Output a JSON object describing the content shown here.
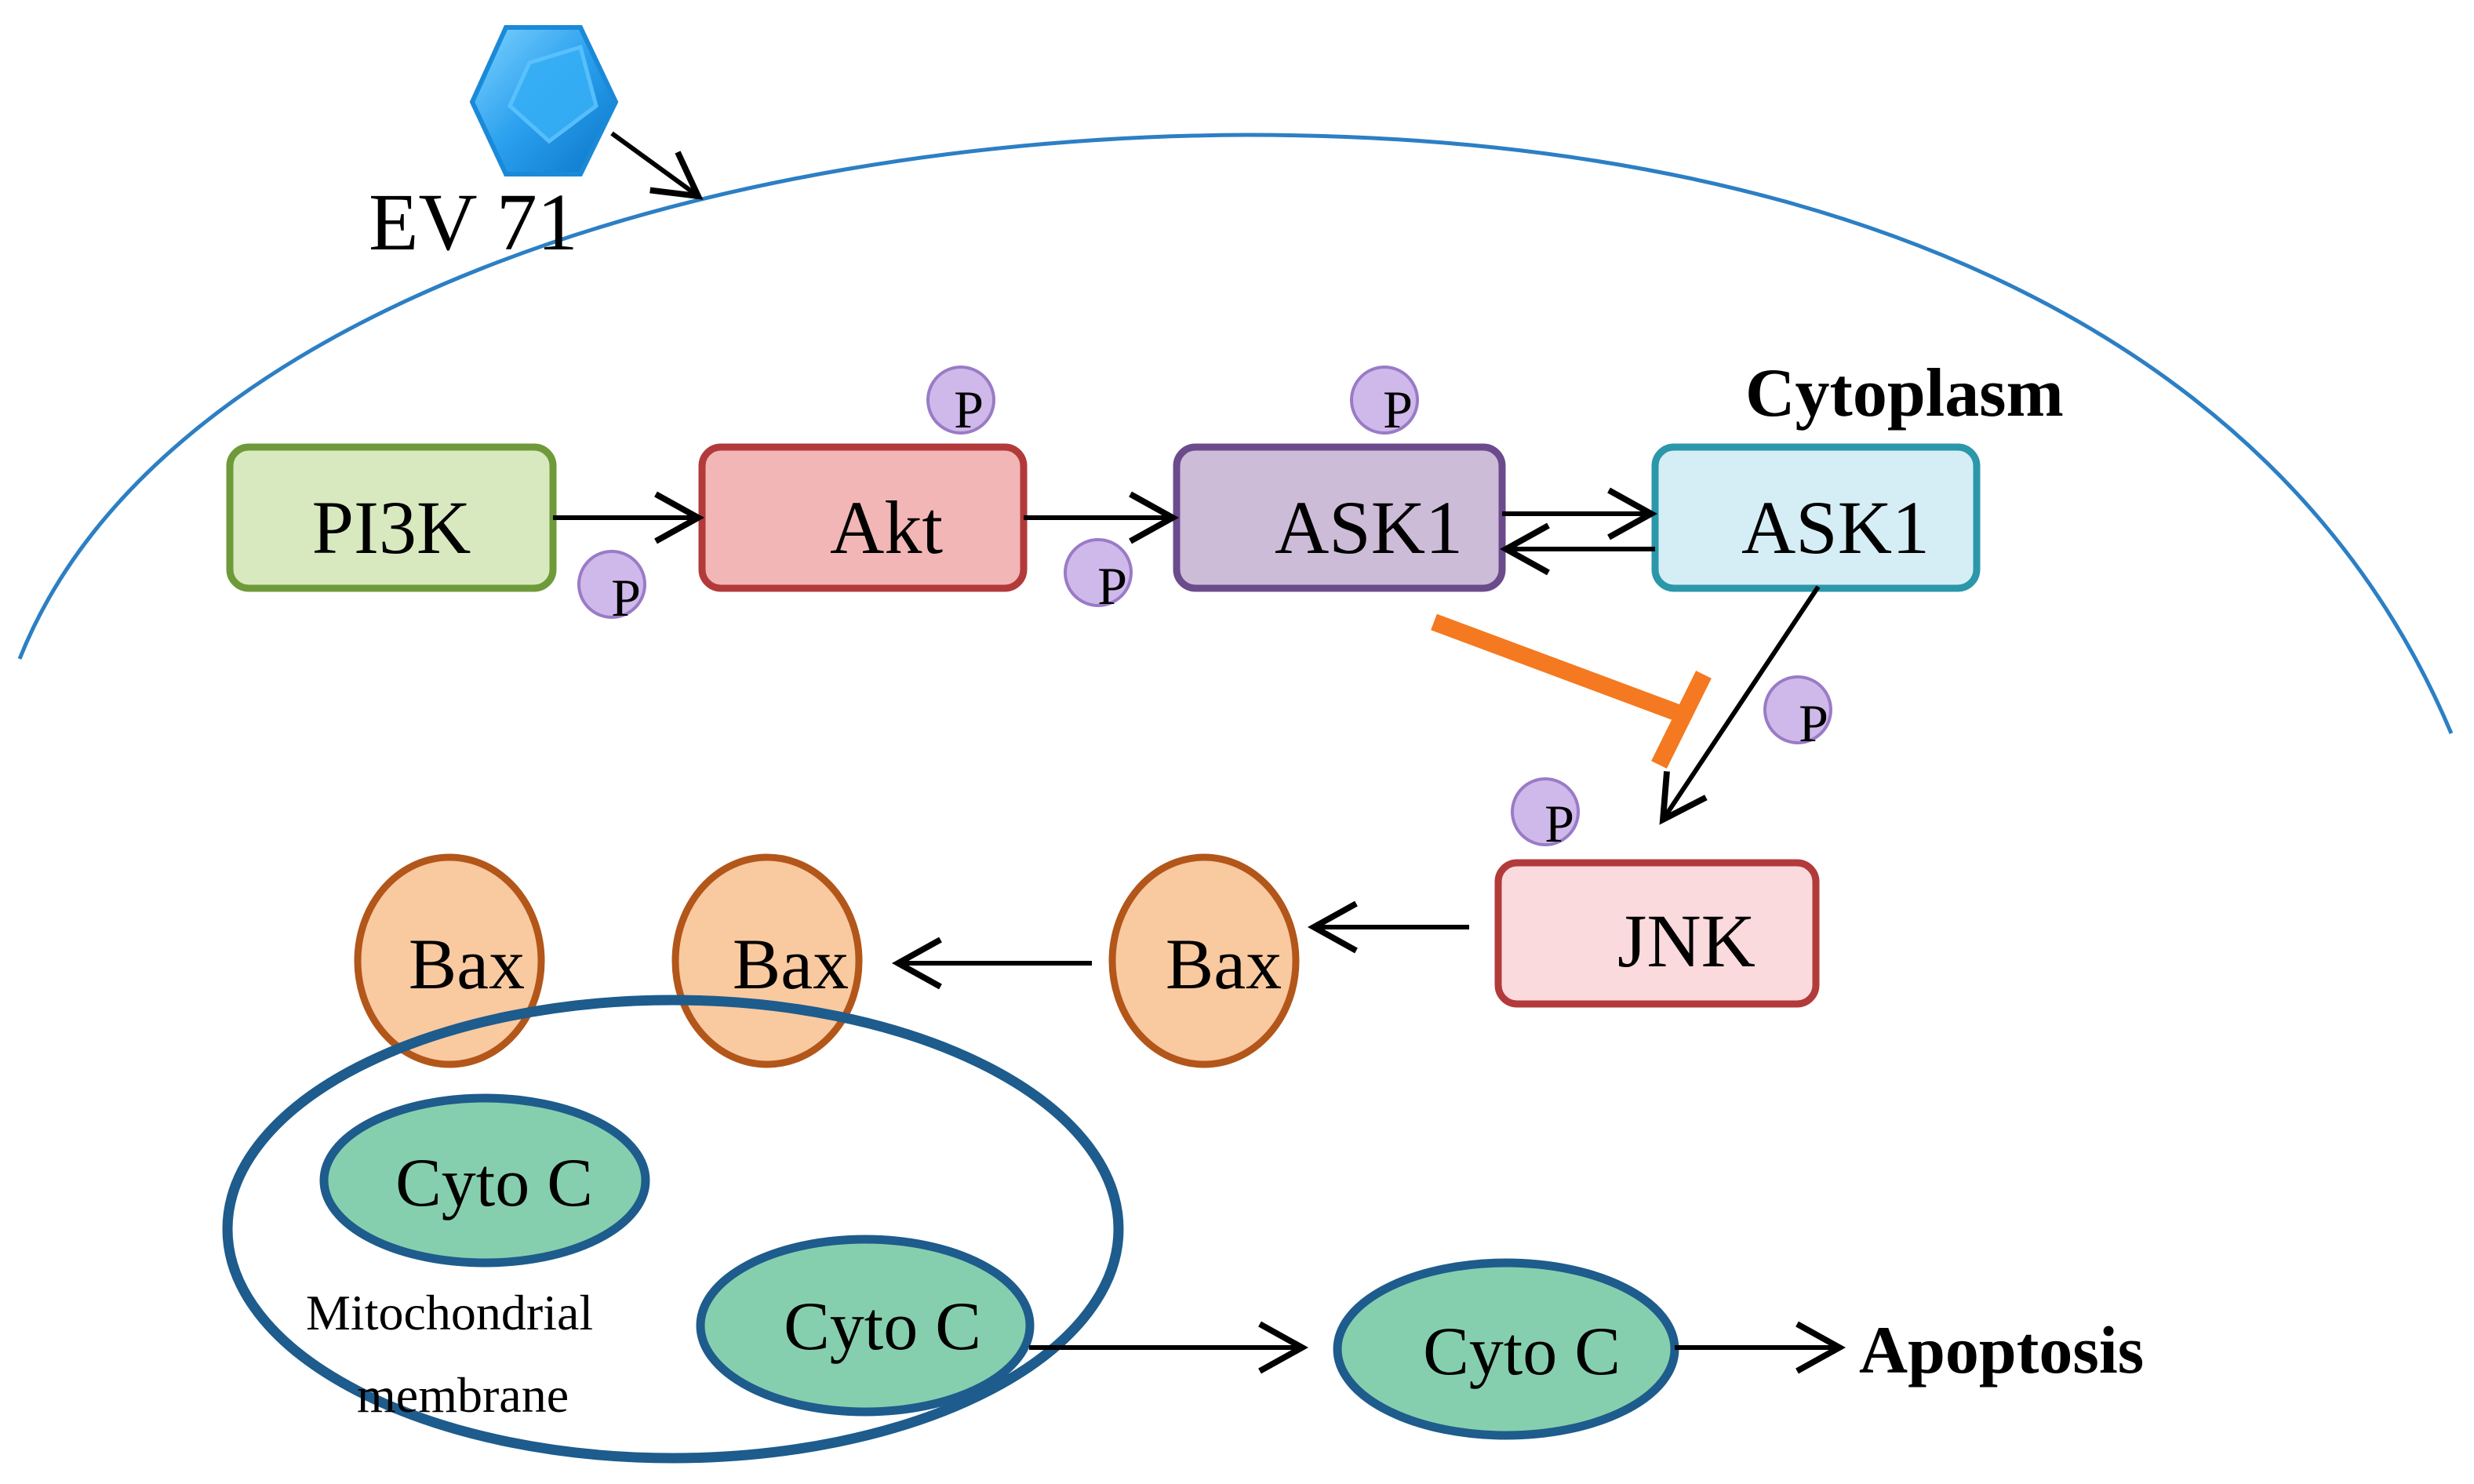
{
  "virus": {
    "label": "EV 71",
    "icon": "hexagon-virus-icon",
    "color": "#3aa6f0"
  },
  "region": {
    "label": "Cytoplasm",
    "membrane_color": "#2c7fc4"
  },
  "nodes": {
    "pi3k": {
      "label": "PI3K",
      "fill": "#d8e9c0",
      "stroke": "#6f9a3a"
    },
    "akt": {
      "label": "Akt",
      "fill": "#f2b6b6",
      "stroke": "#b33a3a"
    },
    "ask1_p": {
      "label": "ASK1",
      "fill": "#cdbcd8",
      "stroke": "#6b4b8c"
    },
    "ask1": {
      "label": "ASK1",
      "fill": "#d5eef5",
      "stroke": "#2b97aa"
    },
    "jnk": {
      "label": "JNK",
      "fill": "#fadadd",
      "stroke": "#b33a3a"
    }
  },
  "bax": {
    "label": "Bax",
    "fill": "#f9c9a0",
    "stroke": "#b3561a",
    "items": [
      "Bax",
      "Bax",
      "Bax"
    ]
  },
  "phospho": {
    "label": "P",
    "fill": "#cfb9ea",
    "stroke": "#9a7bc6"
  },
  "mitochondria": {
    "label_line1": "Mitochondrial",
    "label_line2": "membrane",
    "stroke": "#1d5c8c"
  },
  "cyto_c": {
    "label": "Cyto  C",
    "fill": "#86cfae",
    "stroke": "#1d5c8c"
  },
  "outcome": {
    "label": "Apoptosis"
  },
  "inhibition_color": "#f47920"
}
